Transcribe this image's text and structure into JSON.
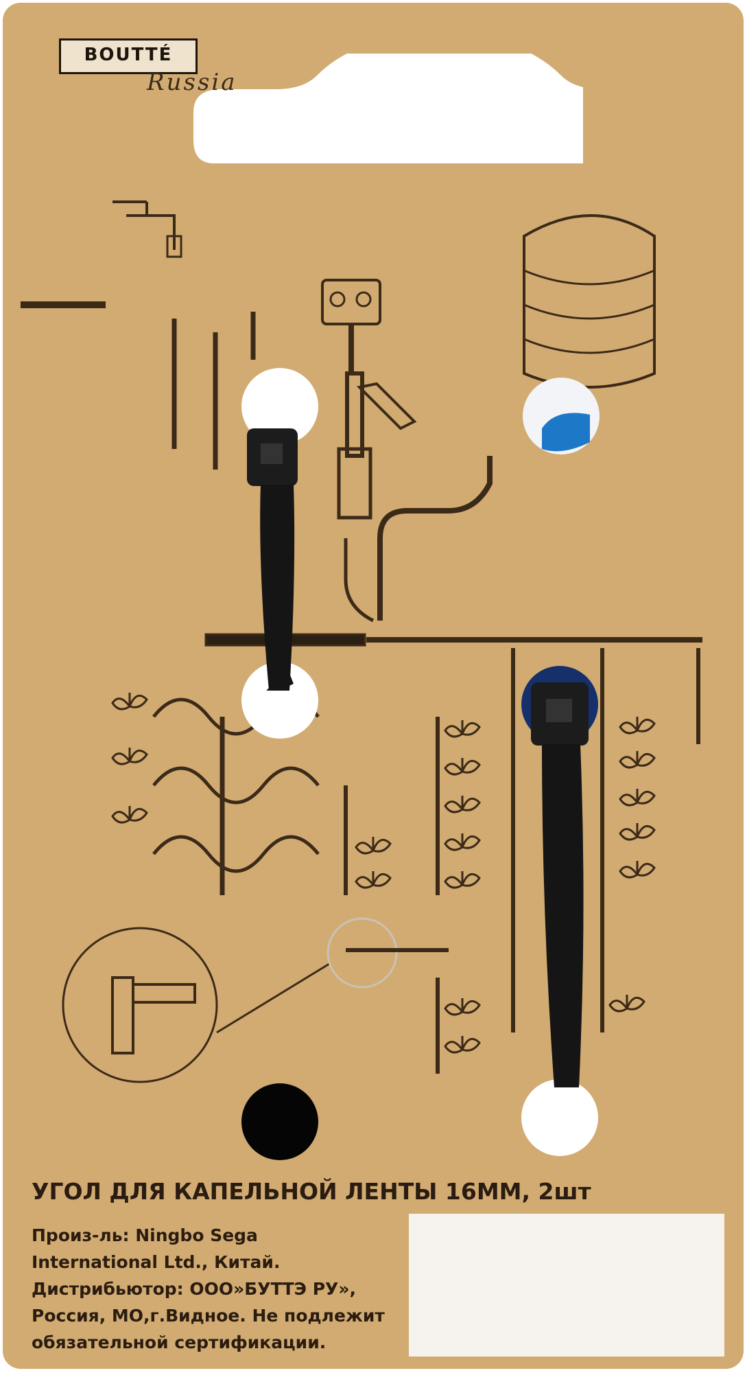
{
  "brand": {
    "logo_text": "BOUTTÉ",
    "script_text": "Russia"
  },
  "product": {
    "title": "УГОЛ ДЛЯ КАПЕЛЬНОЙ ЛЕНТЫ 16ММ, 2шт",
    "info_lines": [
      "Произ-ль: Ningbo Sega",
      "International Ltd., Китай.",
      "Дистрибьютор: ООО»БУТТЭ РУ»,",
      "Россия, МО,г.Видное. Не подлежит",
      "обязательной сертификации."
    ]
  },
  "colors": {
    "card": "#d2ab72",
    "ink": "#2a1c10",
    "zip_tie": "#1b1b1b",
    "blue_part": "#1e78c8"
  }
}
